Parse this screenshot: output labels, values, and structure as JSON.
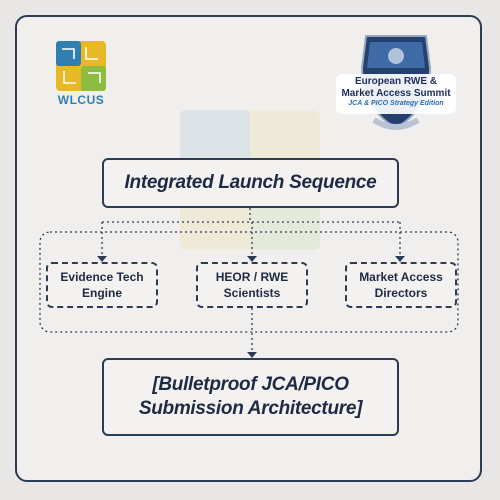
{
  "logo": {
    "text": "WLCUS"
  },
  "badge": {
    "line1": "European RWE &",
    "line2": "Market Access Summit",
    "line3": "JCA & PICO Strategy Edition"
  },
  "diagram": {
    "title": "Integrated Launch Sequence",
    "teams": [
      {
        "line1": "Evidence Tech",
        "line2": "Engine"
      },
      {
        "line1": "HEOR / RWE",
        "line2": "Scientists"
      },
      {
        "line1": "Market Access",
        "line2": "Directors"
      }
    ],
    "result": "[Bulletproof JCA/PICO Submission Architecture]"
  },
  "colors": {
    "border": "#2e3b55",
    "background": "#f0efed",
    "logo_blue": "#2f7fb0",
    "logo_green": "#8dbd3f",
    "logo_yellow": "#e9b826"
  }
}
